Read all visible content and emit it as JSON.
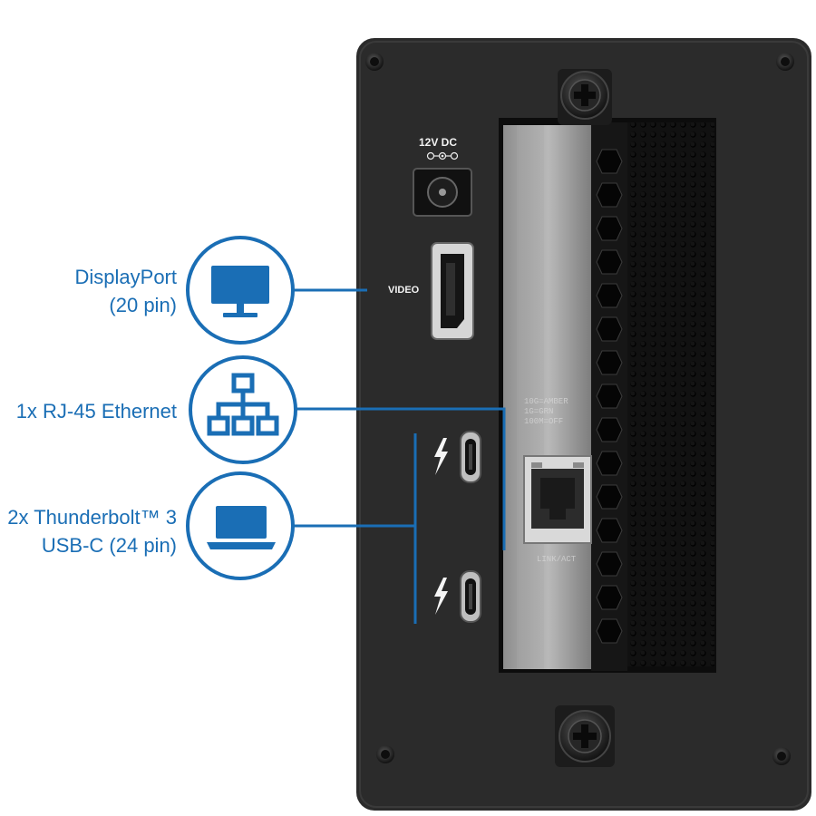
{
  "labels": {
    "displayport": {
      "line1": "DisplayPort",
      "line2": "(20 pin)"
    },
    "ethernet": {
      "line1": "1x RJ-45 Ethernet"
    },
    "thunderbolt": {
      "line1": "2x Thunderbolt™ 3",
      "line2": "USB-C (24 pin)"
    }
  },
  "panel": {
    "power_label": "12V DC",
    "video_label": "VIDEO",
    "card_leds": [
      "10G=AMBER",
      "1G=GRN",
      "100M=OFF"
    ],
    "card_link": "LINK/ACT"
  },
  "icons": {
    "displayport": "monitor-icon",
    "ethernet": "network-icon",
    "thunderbolt": "laptop-icon",
    "port": "thunderbolt-bolt-icon"
  },
  "colors": {
    "accent": "#1a6eb5",
    "panel": "#2b2b2b",
    "background": "#ffffff"
  }
}
